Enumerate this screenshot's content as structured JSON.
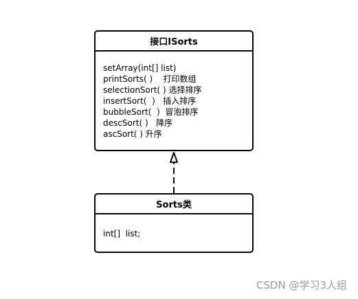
{
  "interface": {
    "title": "接口ISorts",
    "methods": [
      "setArray(int[] list)",
      "printSorts( )    打印数组",
      "selectionSort( ) 选择排序",
      "insertSort(  )   插入排序",
      "bubbleSort(  )  冒泡排序",
      "descSort( )   降序",
      "ascSort( ) 升序"
    ]
  },
  "class": {
    "title": "Sorts类",
    "fields": [
      "int[]  list;"
    ]
  },
  "relationship": {
    "type": "realization",
    "from": "Sorts类",
    "to": "接口ISorts"
  },
  "watermark": "CSDN @学习3人组"
}
